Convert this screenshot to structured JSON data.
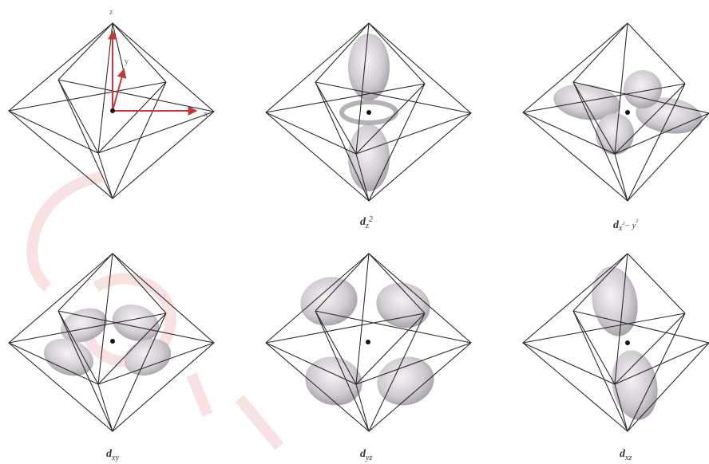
{
  "figure": {
    "panels": [
      {
        "id": "axes",
        "caption": "",
        "axis_labels": [
          "z",
          "y",
          "x"
        ]
      },
      {
        "id": "dz2",
        "caption": {
          "main": "d",
          "sub": "z",
          "sup": "2"
        }
      },
      {
        "id": "dx2y2",
        "caption": {
          "main": "d",
          "sub": "x",
          "sup": "2",
          "sub2": "− y",
          "sup2": "2"
        }
      },
      {
        "id": "dxy",
        "caption": {
          "main": "d",
          "sub": "xy"
        }
      },
      {
        "id": "dyz",
        "caption": {
          "main": "d",
          "sub": "yz"
        }
      },
      {
        "id": "dxz",
        "caption": {
          "main": "d",
          "sub": "xz"
        }
      }
    ],
    "colors": {
      "edge": "#2b2b2b",
      "axis_arrow": "#c0393b",
      "lobe": "#b9b3bb",
      "watermark": "#f3c9c9"
    }
  }
}
